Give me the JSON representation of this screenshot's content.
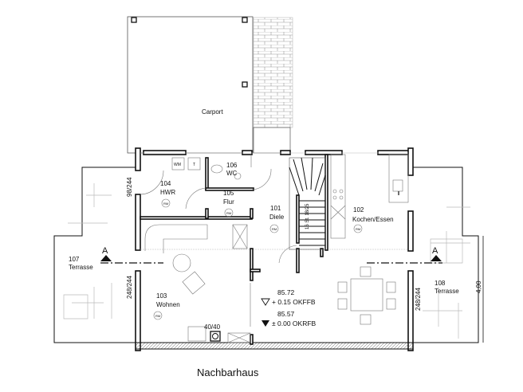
{
  "title": "Nachbarhaus",
  "carport": {
    "label": "Carport"
  },
  "rooms": [
    {
      "number": "104",
      "name": "HWR"
    },
    {
      "number": "106",
      "name": "WC"
    },
    {
      "number": "105",
      "name": "Flur"
    },
    {
      "number": "101",
      "name": "Diele"
    },
    {
      "number": "102",
      "name": "Kochen/Essen"
    },
    {
      "number": "103",
      "name": "Wohnen"
    },
    {
      "number": "107",
      "name": "Terrasse"
    },
    {
      "number": "108",
      "name": "Terrasse"
    }
  ],
  "room_marker": "RM",
  "appliances": {
    "washer": "WM",
    "dryer": "T"
  },
  "stair_label": "16 St. 18/25",
  "dimensions": {
    "window_hwr": "98/244",
    "window_left": "248/244",
    "window_right": "248/244",
    "right_height": "4,00",
    "chimney": "40/40"
  },
  "levels": [
    {
      "value": "85.72",
      "ref": "+ 0.15 OKFFB",
      "marker": "open-triangle"
    },
    {
      "value": "85.57",
      "ref": "± 0.00 OKRFB",
      "marker": "filled-triangle"
    }
  ],
  "section_marks": [
    "A",
    "A"
  ]
}
